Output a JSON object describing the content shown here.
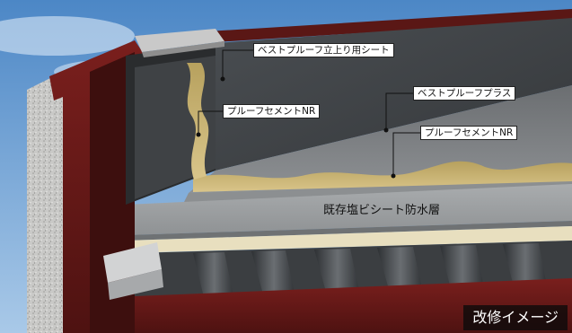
{
  "labels": {
    "upturn_sheet": "ベストプルーフ立上り用シート",
    "cement_left": "プルーフセメントNR",
    "plus": "ベストプルーフプラス",
    "cement_right": "プルーフセメントNR",
    "existing_layer": "既存塩ビシート防水層"
  },
  "badge": "改修イメージ"
}
